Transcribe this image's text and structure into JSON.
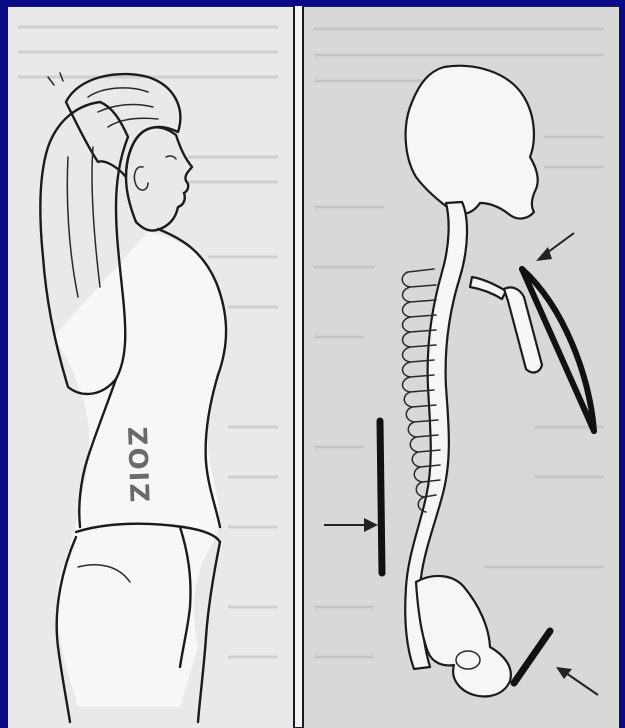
{
  "figure": {
    "background_color": "#0a0a86",
    "left_panel": {
      "subject": "person-with-hands-behind-head-side-view",
      "shirt_print": "ZOIZ"
    },
    "right_panel": {
      "subject": "skeleton-spine-side-view-with-pressure-bars",
      "bars": 3,
      "arrows": 3
    }
  }
}
